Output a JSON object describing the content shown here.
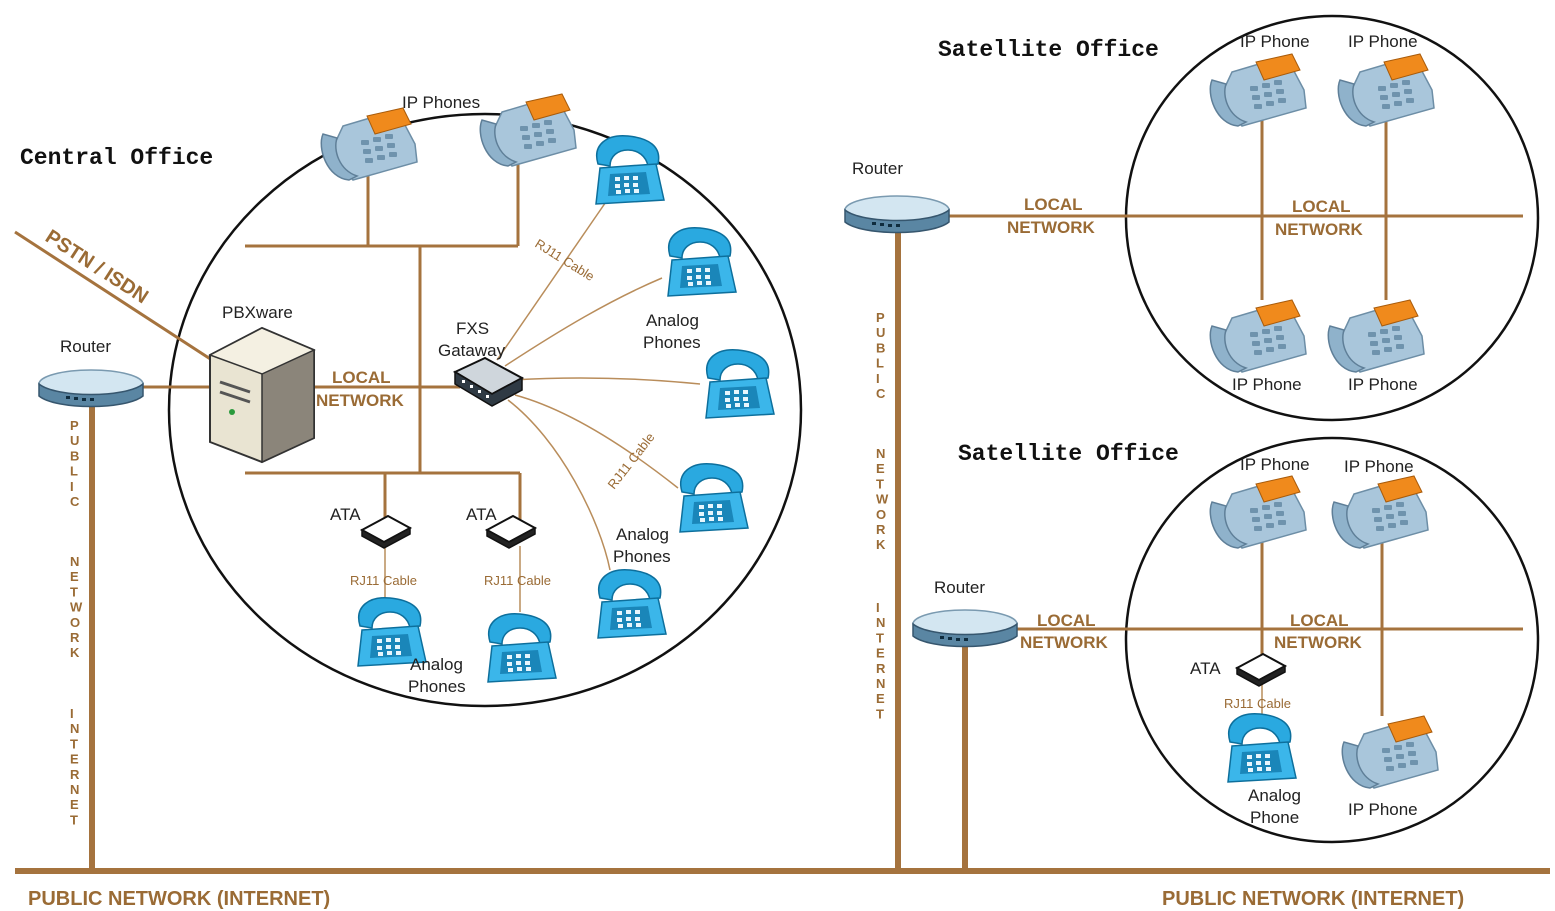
{
  "titles": {
    "central": "Central Office",
    "satellite_top": "Satellite Office",
    "satellite_bottom": "Satellite Office"
  },
  "central": {
    "router": "Router",
    "pstn": "PSTN / ISDN",
    "pbx": "PBXware",
    "ip_phones": "IP Phones",
    "local_1": "LOCAL",
    "local_2": "NETWORK",
    "fxs_1": "FXS",
    "fxs_2": "Gataway",
    "analog_1": "Analog",
    "analog_2": "Phones",
    "ata": "ATA",
    "rj11": "RJ11 Cable"
  },
  "satellite_top": {
    "router": "Router",
    "ip_phone": "IP Phone",
    "local_1": "LOCAL",
    "local_2": "NETWORK"
  },
  "satellite_bottom": {
    "router": "Router",
    "ip_phone": "IP Phone",
    "ata": "ATA",
    "rj11": "RJ11 Cable",
    "analog_1": "Analog",
    "analog_2": "Phone",
    "local_1": "LOCAL",
    "local_2": "NETWORK"
  },
  "public": {
    "horizontal": "PUBLIC NETWORK (INTERNET)",
    "vertical_1": "PUBLIC",
    "vertical_2": "NETWORK",
    "vertical_3": "INTERNET"
  },
  "colors": {
    "wire": "#a5733e",
    "label": "#9a6b35",
    "phone_blue": "#29a7de",
    "ip_phone_body": "#9fbfd6",
    "ip_phone_screen": "#f08a1c"
  },
  "icons": {
    "ip_phone": "ip-phone-icon",
    "analog_phone": "analog-phone-icon",
    "router": "router-icon",
    "server": "server-icon",
    "switch": "fxs-gateway-icon",
    "ata": "ata-icon"
  }
}
